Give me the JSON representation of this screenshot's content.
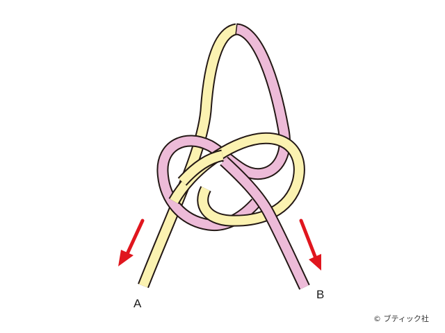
{
  "diagram": {
    "end_a_label": "A",
    "end_b_label": "B",
    "credit": "© ブティック社",
    "colors": {
      "cord_yellow": "#FBF2B1",
      "cord_pink": "#EDBBD8",
      "outline": "#231815",
      "arrow": "#E0161E"
    },
    "icons": [
      "arrow-down-left-icon",
      "arrow-down-right-icon"
    ]
  }
}
